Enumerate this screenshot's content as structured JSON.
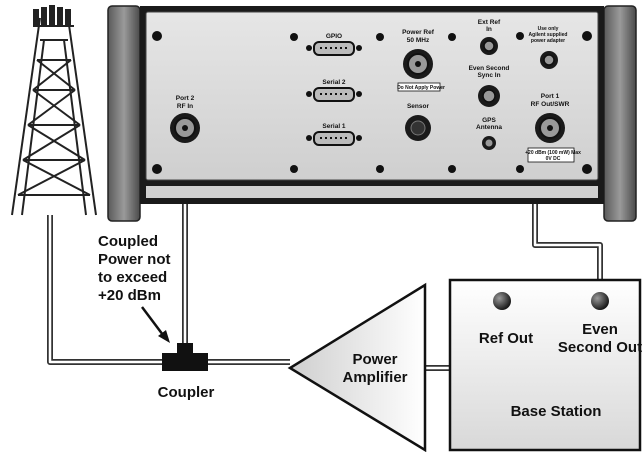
{
  "instrument": {
    "connector_labels": {
      "gpio": "GPIO",
      "serial2": "Serial 2",
      "serial1": "Serial 1",
      "power_ref_line1": "Power Ref",
      "power_ref_line2": "50 MHz",
      "power_ref_warning": "Do Not Apply Power",
      "sensor": "Sensor",
      "ext_ref_line1": "Ext Ref",
      "ext_ref_line2": "In",
      "use_only_line1": "Use only",
      "use_only_line2": "Agilent supplied",
      "use_only_line3": "power adapter",
      "even_second_line1": "Even Second",
      "even_second_line2": "Sync In",
      "gps_line1": "GPS",
      "gps_line2": "Antenna",
      "port1_line1": "Port 1",
      "port1_line2": "RF Out/SWR",
      "port1_warning_line1": "+20 dBm (100 mW) Max",
      "port1_warning_line2": "0V DC",
      "port2_line1": "Port 2",
      "port2_line2": "RF In"
    }
  },
  "diagram": {
    "coupled_note": [
      "Coupled",
      "Power not",
      "to exceed",
      "+20 dBm"
    ],
    "coupler_label": "Coupler",
    "amplifier_label": [
      "Power",
      "Amplifier"
    ],
    "base_station": {
      "ref_out": "Ref Out",
      "even_second_out": [
        "Even",
        "Second Out"
      ],
      "title": "Base Station"
    }
  }
}
